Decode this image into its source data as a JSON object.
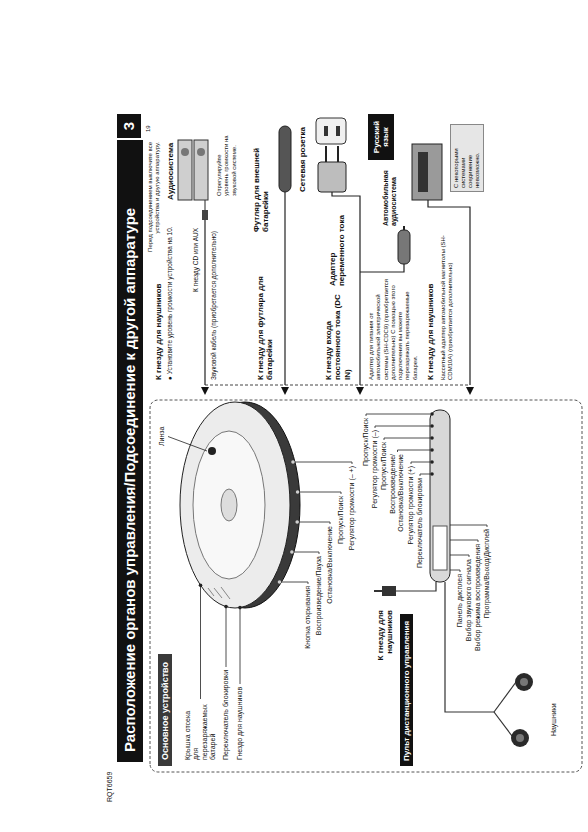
{
  "diagram": {
    "title": "Расположение органов управления/Подсоединение к другой аппаратуре",
    "nodes": [
      {
        "text": [
          "Расположение органов управления/Подсоединение к другой аппаратуре"
        ]
      },
      {
        "text": [
          "3"
        ]
      },
      {
        "text": [
          "Русский язык"
        ]
      },
      {
        "text": [
          "Основное устройство"
        ]
      },
      {
        "text": [
          "Пульт дистанционного управления"
        ]
      },
      {
        "text": [
          "С некоторыми системами соединение невозможно."
        ]
      }
    ],
    "labels": [
      "19",
      "Перед подсоединением выключите все устройства и другую аппаратуру.",
      "RQT6659",
      "Крышка отсека для перезаряжаемых батарей",
      "Переключатель блокировки",
      "Гнездо для наушников",
      "Линза",
      "Кнопка открывания",
      "Воспроизведение/Пауза",
      "Остановка/Выключение",
      "Пропуск/Поиск",
      "Регулятор громкости (– +)",
      "К гнезду для наушников",
      "Пропуск/Поиск",
      "Регулятор громкости (–)",
      "Пропуск/Поиск",
      "Воспроизведение/ Остановка/Выключение",
      "Регулятор громкости (+)",
      "Переключатель блокировки",
      "Панель дисплея",
      "Выбор звукового сигнала",
      "Выбор режима воспроизведения",
      "Программа/Выход/Дисплей",
      "Наушники",
      "К гнезду для наушников",
      "● Установите уровень громкости устройства на 10.",
      "Аудиосистема",
      "К гнезду CD или AUX",
      "Звуковой кабель (приобретается дополнительно)",
      "Отрегулируйте уровень громкости на звуковой системе.",
      "К гнезду для футляра для батарейки",
      "Футляр для внешней батарейки",
      "К гнезду входа постоянного тока (DC IN)",
      "Адаптер переменного тока",
      "Сетевая розетка",
      "Адаптер для питания от автомобильной электрической системы (SH-CDC9) (приобретается дополнительно) С помощью этого подключения вы можете перезаряжать перезаряжаемые батареи.",
      "Автомобильная аудиосистема",
      "К гнезду для наушников",
      "Кассетный адаптер автомобильной магнитолы (SH-CDM10A) (приобретается дополнительно)"
    ]
  }
}
